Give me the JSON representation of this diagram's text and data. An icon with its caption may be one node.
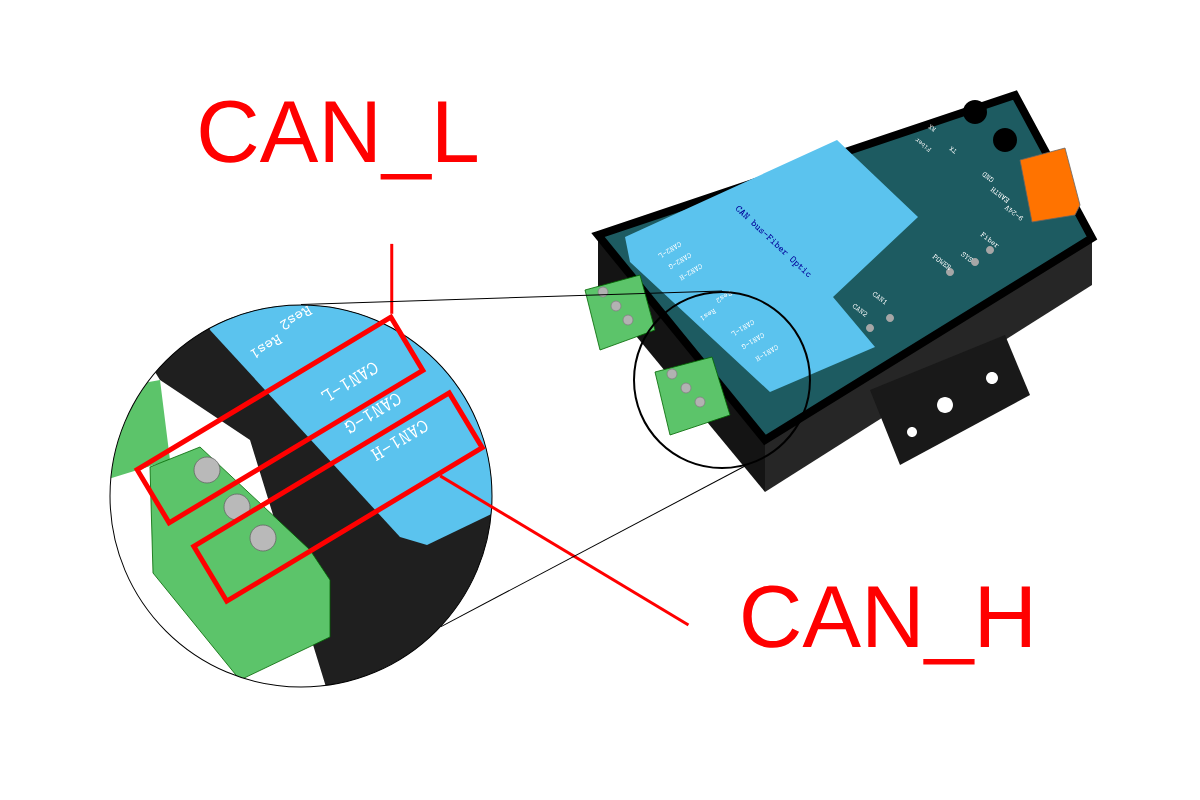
{
  "diagram": {
    "nodes": [
      {
        "text": [
          "CAN_L"
        ]
      },
      {
        "text": [
          "CAN_H"
        ]
      },
      {
        "text": [],
        "shape": "circle"
      },
      {
        "text": [],
        "shape": "box",
        "in": 2
      },
      {
        "text": [],
        "shape": "box",
        "in": 2
      },
      {
        "text": [],
        "shape": "circle"
      }
    ],
    "edges": [
      {
        "from": 0,
        "to": 3,
        "arrow": "none",
        "style": "thick",
        "color": "#ff0000"
      },
      {
        "from": 1,
        "to": 4,
        "arrow": "none",
        "style": "thick",
        "color": "#ff0000"
      },
      {
        "from": 5,
        "to": 2,
        "arrow": "none",
        "color": "#000000"
      },
      {
        "from": 5,
        "to": 2,
        "arrow": "none",
        "color": "#000000"
      }
    ],
    "labels": [
      "CAN2-L",
      "CAN2-G",
      "CAN2-H",
      "Res2",
      "Res1",
      "CAN1-L",
      "CAN1-G",
      "CAN1-H",
      "CAN bus-Fiber Optic",
      "CAN1",
      "CAN2",
      "POWER",
      "SYS",
      "Fiber",
      "RX",
      "Fiber",
      "TX",
      "GND",
      "EARTH",
      "9-24V",
      "Res2",
      "Res1",
      "CAN1-L",
      "CAN1-G",
      "CAN1-H"
    ]
  }
}
